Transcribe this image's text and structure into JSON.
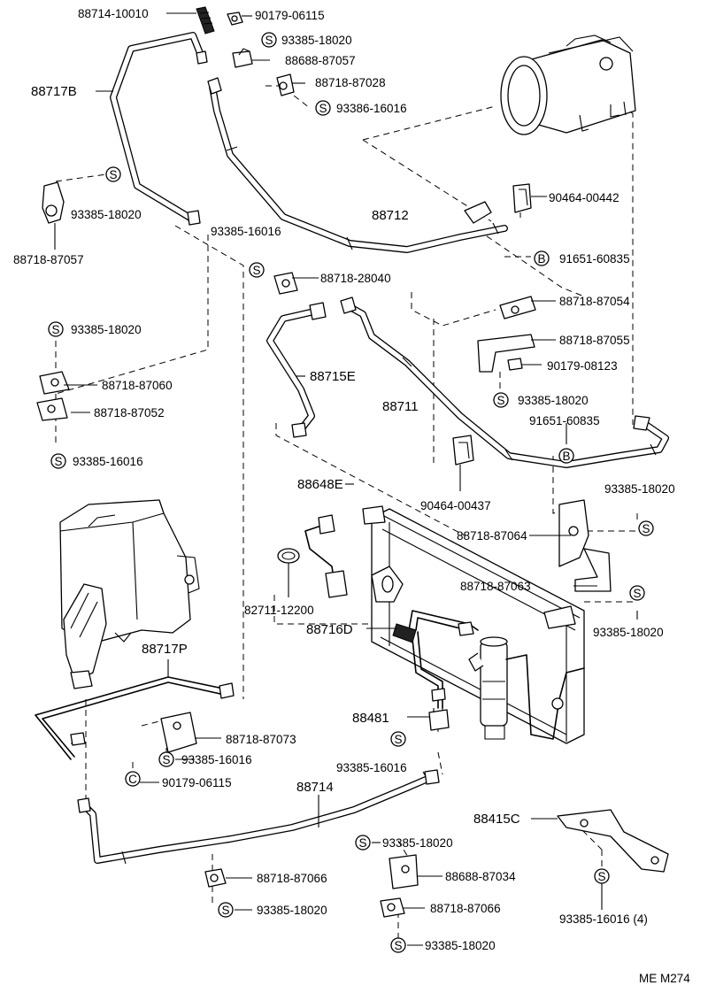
{
  "diagram": {
    "code": "ME M274",
    "symbols": {
      "s": "S",
      "b": "B",
      "c": "C"
    },
    "parts": {
      "p88714_10010": "88714-10010",
      "p90179_06115_top": "90179-06115",
      "p93385_18020_top": "93385-18020",
      "p88688_87057": "88688-87057",
      "p88718_87028": "88718-87028",
      "p93386_16016": "93386-16016",
      "p88717B": "88717B",
      "p93385_18020_left": "93385-18020",
      "p88718_87057": "88718-87057",
      "p88712": "88712",
      "p90464_00442": "90464-00442",
      "p93385_16016_mid": "93385-16016",
      "p91651_60835_a": "91651-60835",
      "p88718_28040": "88718-28040",
      "p88718_87054": "88718-87054",
      "p93385_18020_l2": "93385-18020",
      "p88718_87055": "88718-87055",
      "p88718_87060": "88718-87060",
      "p90179_08123": "90179-08123",
      "p88715E": "88715E",
      "p93385_18020_r1": "93385-18020",
      "p88718_87052": "88718-87052",
      "p88711": "88711",
      "p91651_60835_b": "91651-60835",
      "p93385_16016_l3": "93385-16016",
      "p88648E": "88648E",
      "p93385_18020_r2": "93385-18020",
      "p90464_00437": "90464-00437",
      "p88718_87064": "88718-87064",
      "p88718_87063": "88718-87063",
      "p82711_12200": "82711-12200",
      "p93385_18020_r3": "93385-18020",
      "p88716D": "88716D",
      "p88717P": "88717P",
      "p88481": "88481",
      "p88718_87073": "88718-87073",
      "p93385_16016_b1": "93385-16016",
      "p93385_16016_b2": "93385-16016",
      "p90179_06115_b": "90179-06115",
      "p88714": "88714",
      "p88415C": "88415C",
      "p93385_18020_b1": "93385-18020",
      "p88688_87034": "88688-87034",
      "p88718_87066_a": "88718-87066",
      "p88718_87066_b": "88718-87066",
      "p93385_18020_b2": "93385-18020",
      "p93385_16016_4": "93385-16016 (4)",
      "p93385_18020_b3": "93385-18020"
    }
  }
}
